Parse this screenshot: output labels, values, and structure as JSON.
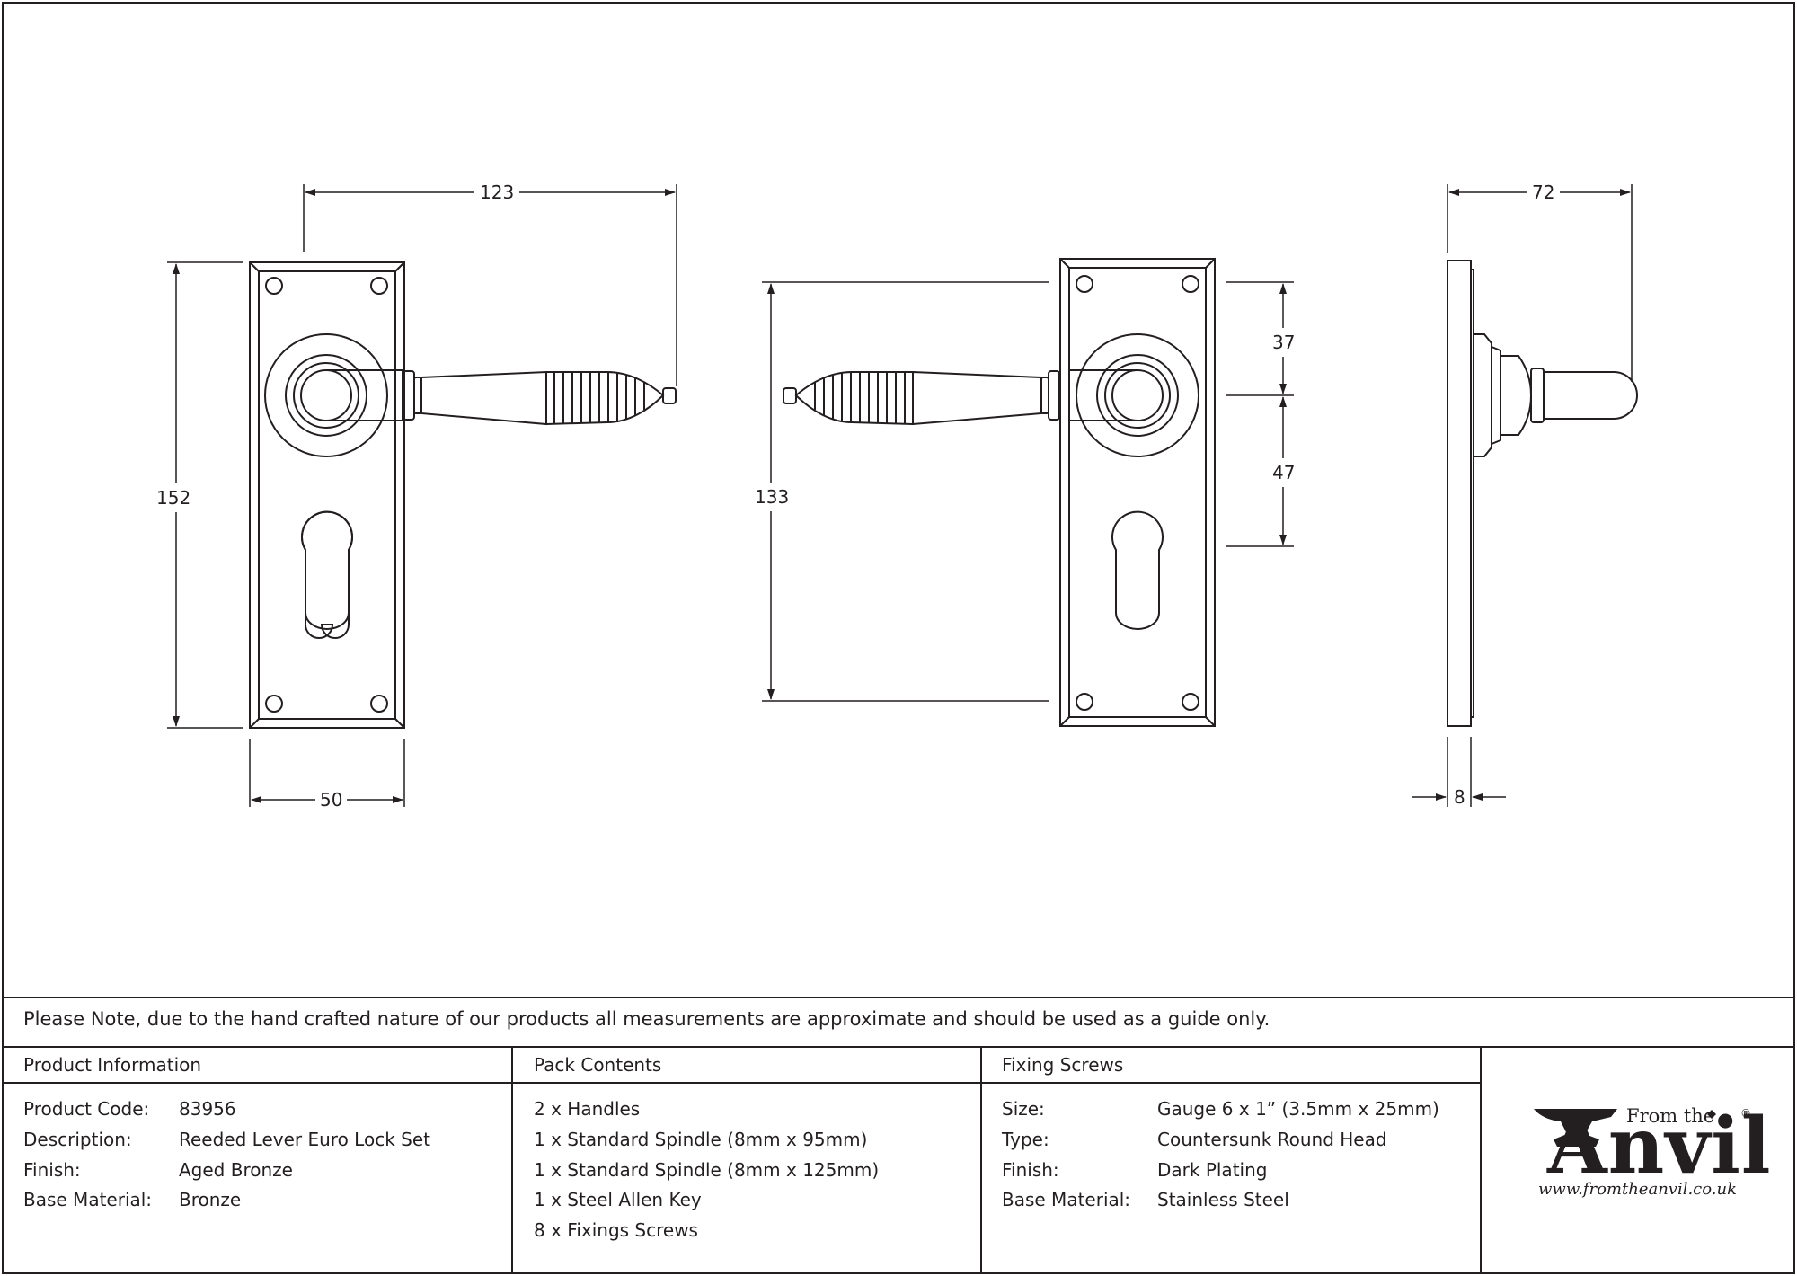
{
  "dimensions": {
    "front_width": "123",
    "front_height": "152",
    "plate_width": "50",
    "back_height": "133",
    "spindle_top": "37",
    "spindle_keyhole": "47",
    "projection": "72",
    "plate_depth": "8"
  },
  "note": "Please Note, due to the hand crafted nature of our products all measurements are approximate and should be used as a guide only.",
  "product_info": {
    "header": "Product Information",
    "rows": [
      {
        "label": "Product Code:",
        "value": "83956"
      },
      {
        "label": "Description:",
        "value": "Reeded Lever Euro Lock Set"
      },
      {
        "label": "Finish:",
        "value": "Aged Bronze"
      },
      {
        "label": "Base Material:",
        "value": "Bronze"
      }
    ]
  },
  "pack_contents": {
    "header": "Pack Contents",
    "items": [
      "2 x Handles",
      "1 x Standard Spindle (8mm x 95mm)",
      "1 x Standard Spindle (8mm x 125mm)",
      "1 x Steel Allen Key",
      "8 x Fixings Screws"
    ]
  },
  "fixing_screws": {
    "header": "Fixing Screws",
    "rows": [
      {
        "label": "Size:",
        "value": "Gauge 6 x 1” (3.5mm x 25mm)"
      },
      {
        "label": "Type:",
        "value": "Countersunk Round Head"
      },
      {
        "label": "Finish:",
        "value": "Dark Plating"
      },
      {
        "label": "Base Material:",
        "value": "Stainless Steel"
      }
    ]
  },
  "logo": {
    "from_the": "From the",
    "brand": "Anvil",
    "registered": "®",
    "url": "www.fromtheanvil.co.uk",
    "color": "#231f20"
  }
}
